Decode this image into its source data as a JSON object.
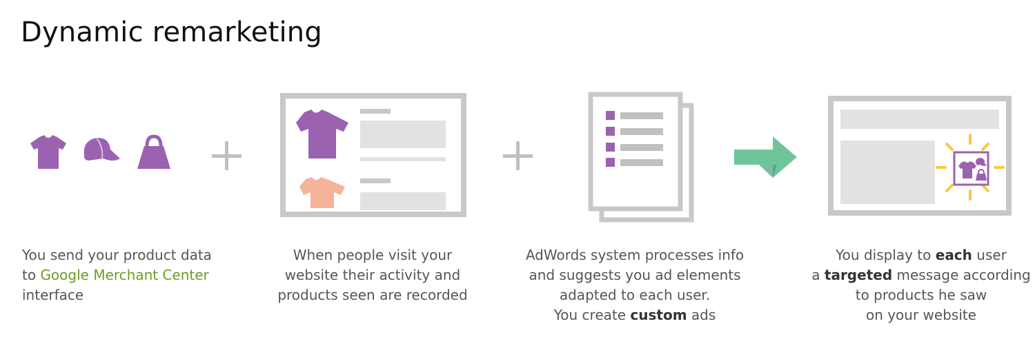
{
  "title": "Dynamic remarketing",
  "colors": {
    "purple": "#9b62b0",
    "salmon": "#f5b39a",
    "gray_frame": "#c8c8c8",
    "gray_fill": "#e2e2e2",
    "arrow_green": "#6fc59a",
    "burst_yellow": "#f6c93e",
    "link_green": "#6a9d24"
  },
  "steps": [
    {
      "icons": [
        "t-shirt-icon",
        "cap-icon",
        "shopping-bag-icon"
      ],
      "caption_line1": "You send your product data",
      "caption_line2_pre": "to ",
      "caption_link": "Google Merchant Center",
      "caption_line3": "interface"
    },
    {
      "icons": [
        "website-window-icon"
      ],
      "caption_line1": "When people visit your",
      "caption_line2": "website their activity and",
      "caption_line3": "products seen are recorded"
    },
    {
      "icons": [
        "documents-list-icon"
      ],
      "caption_line1": "AdWords system processes info",
      "caption_line2": "and suggests you ad elements",
      "caption_line3": "adapted to each user.",
      "caption_line4_pre": "You create ",
      "caption_line4_bold": "custom",
      "caption_line4_post": " ads"
    },
    {
      "icons": [
        "targeted-ad-window-icon"
      ],
      "caption_line1_pre": "You display to ",
      "caption_line1_bold": "each",
      "caption_line1_post": " user",
      "caption_line2_pre": "a ",
      "caption_line2_bold": "targeted",
      "caption_line2_post": " message according",
      "caption_line3": "to products he saw",
      "caption_line4": "on your website"
    }
  ],
  "connectors": [
    "plus-icon",
    "plus-icon",
    "arrow-right-icon"
  ]
}
